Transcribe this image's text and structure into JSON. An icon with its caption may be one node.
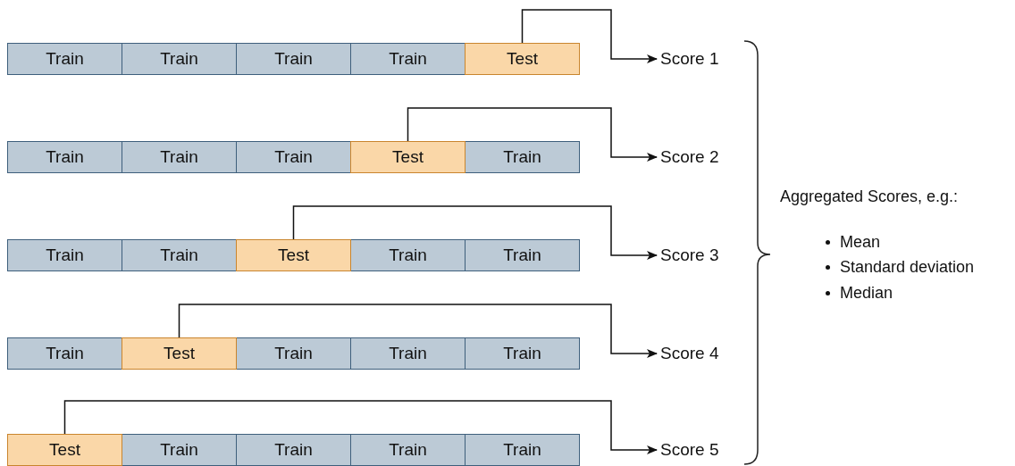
{
  "diagram": {
    "nodes": [
      {
        "text": [
          "Train"
        ]
      },
      {
        "text": [
          "Train"
        ]
      },
      {
        "text": [
          "Train"
        ]
      },
      {
        "text": [
          "Train"
        ]
      },
      {
        "text": [
          "Test"
        ]
      },
      {
        "text": [
          "Score 1"
        ]
      },
      {
        "text": [
          "Train"
        ]
      },
      {
        "text": [
          "Train"
        ]
      },
      {
        "text": [
          "Train"
        ]
      },
      {
        "text": [
          "Test"
        ]
      },
      {
        "text": [
          "Train"
        ]
      },
      {
        "text": [
          "Score 2"
        ]
      },
      {
        "text": [
          "Train"
        ]
      },
      {
        "text": [
          "Train"
        ]
      },
      {
        "text": [
          "Test"
        ]
      },
      {
        "text": [
          "Train"
        ]
      },
      {
        "text": [
          "Train"
        ]
      },
      {
        "text": [
          "Score 3"
        ]
      },
      {
        "text": [
          "Train"
        ]
      },
      {
        "text": [
          "Test"
        ]
      },
      {
        "text": [
          "Train"
        ]
      },
      {
        "text": [
          "Train"
        ]
      },
      {
        "text": [
          "Train"
        ]
      },
      {
        "text": [
          "Score 4"
        ]
      },
      {
        "text": [
          "Test"
        ]
      },
      {
        "text": [
          "Train"
        ]
      },
      {
        "text": [
          "Train"
        ]
      },
      {
        "text": [
          "Train"
        ]
      },
      {
        "text": [
          "Train"
        ]
      },
      {
        "text": [
          "Score 5"
        ]
      }
    ],
    "edges": [
      {
        "from": 4,
        "to": 5,
        "arrow": "to"
      },
      {
        "from": 9,
        "to": 11,
        "arrow": "to"
      },
      {
        "from": 14,
        "to": 17,
        "arrow": "to"
      },
      {
        "from": 19,
        "to": 23,
        "arrow": "to"
      },
      {
        "from": 24,
        "to": 29,
        "arrow": "to"
      }
    ],
    "labels": [
      "Aggregated Scores, e.g.:",
      "Mean",
      "Standard deviation",
      "Median"
    ]
  }
}
